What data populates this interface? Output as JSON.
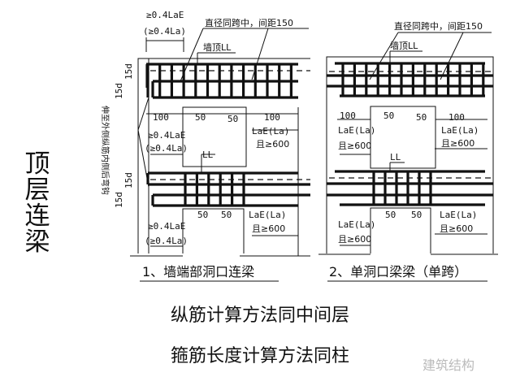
{
  "side_title": [
    "顶",
    "层",
    "连",
    "梁"
  ],
  "captions": [
    "纵筋计算方法同中间层",
    "箍筋长度计算方法同柱"
  ],
  "watermark": "建筑结构",
  "diagram_left": {
    "anchor_top_1": "≥0.4LaE",
    "anchor_top_2": "(≥0.4La)",
    "note_stirrup": "直径同跨中，间距150",
    "label_top_beam": "墙顶LL",
    "dim_15d_a": "15d",
    "dim_15d_b": "15d",
    "dim_15d_c": "15d",
    "dim_15d_d": "15d",
    "vertical_note": "伸至外侧纵筋内侧后弯钩",
    "dim_100_left": "100",
    "dim_50_a": "50",
    "dim_50_b": "50",
    "dim_100_right": "100",
    "anchor_mid_1": "≥0.4LaE",
    "anchor_mid_2": "(≥0.4La)",
    "lae_right_1": "LaE(La)",
    "lae_right_2": "且≥600",
    "label_ll": "LL",
    "dim_50_c": "50",
    "dim_50_d": "50",
    "anchor_bot_1": "≥0.4LaE",
    "anchor_bot_2": "(≥0.4La)",
    "lae_bot_1": "LaE(La)",
    "lae_bot_2": "且≥600",
    "title": "1、墙端部洞口连梁"
  },
  "diagram_right": {
    "note_stirrup": "直径同跨中，间距150",
    "label_top_beam": "墙顶LL",
    "dim_100_left": "100",
    "dim_50_a": "50",
    "dim_50_b": "50",
    "dim_100_right": "100",
    "lae_left_1": "LaE(La)",
    "lae_left_2": "且≥600",
    "lae_right_1": "LaE(La)",
    "lae_right_2": "且≥600",
    "label_ll": "LL",
    "dim_50_c": "50",
    "dim_50_d": "50",
    "lae_bot_left_1": "LaE(La)",
    "lae_bot_left_2": "且≥600",
    "lae_bot_right_1": "LaE(La)",
    "lae_bot_right_2": "且≥600",
    "title": "2、单洞口梁梁（单跨）"
  }
}
